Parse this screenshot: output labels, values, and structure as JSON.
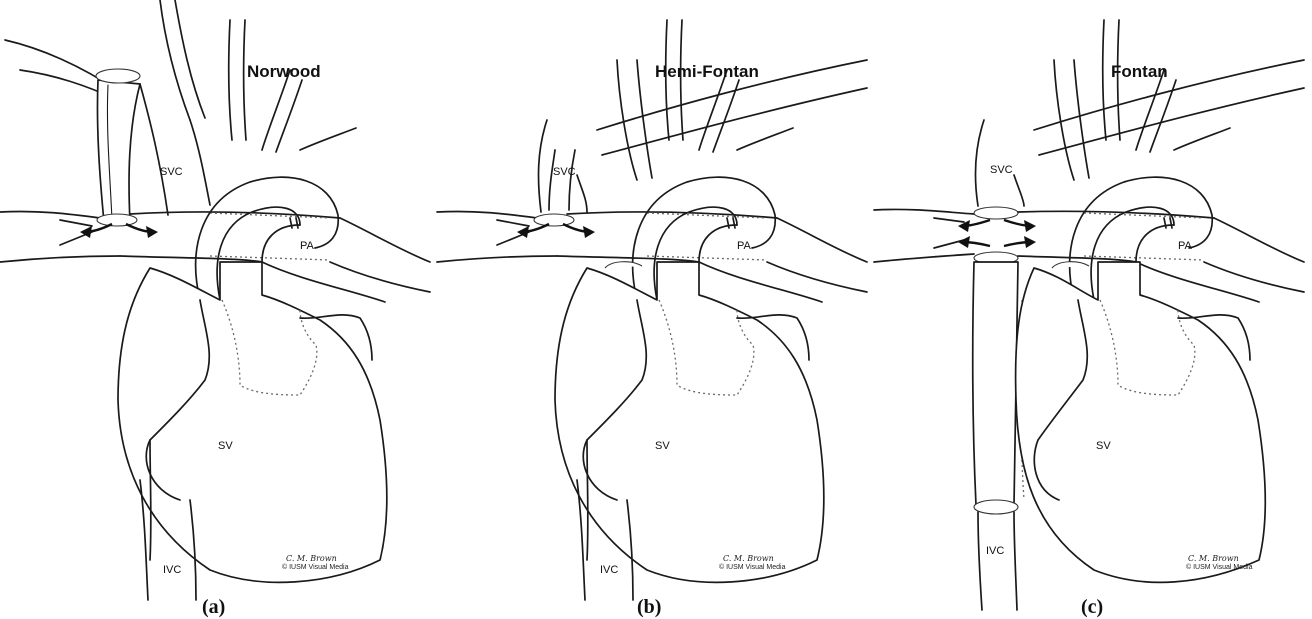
{
  "panels": [
    {
      "title": "Norwood",
      "caption": "(a)",
      "labels": {
        "svc": "SVC",
        "pa": "PA",
        "sv": "SV",
        "ivc": "IVC"
      },
      "credit": {
        "artist": "C. M. Brown",
        "source": "© IUSM Visual Media"
      }
    },
    {
      "title": "Hemi-Fontan",
      "caption": "(b)",
      "labels": {
        "svc": "SVC",
        "pa": "PA",
        "sv": "SV",
        "ivc": "IVC"
      },
      "credit": {
        "artist": "C. M. Brown",
        "source": "© IUSM Visual Media"
      }
    },
    {
      "title": "Fontan",
      "caption": "(c)",
      "labels": {
        "svc": "SVC",
        "pa": "PA",
        "sv": "SV",
        "ivc": "IVC"
      },
      "credit": {
        "artist": "C. M. Brown",
        "source": "© IUSM Visual Media"
      }
    }
  ]
}
